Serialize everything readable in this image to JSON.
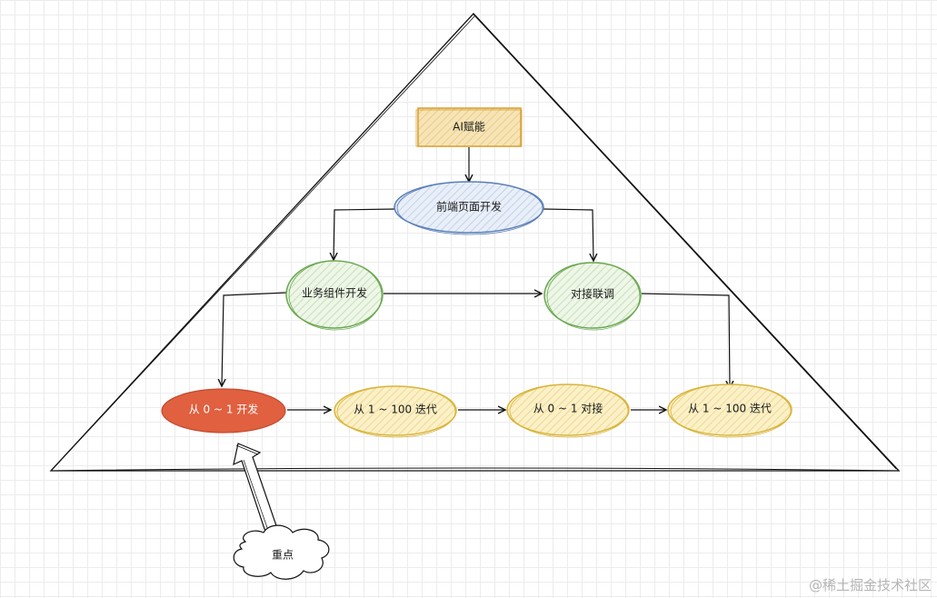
{
  "nodes": {
    "ai": {
      "label": "AI赋能",
      "border": "#d9a33a",
      "fill": "#f6e4b8"
    },
    "frontend": {
      "label": "前端页面开发",
      "border": "#5b7fb9",
      "fill": "#dfe8f5"
    },
    "component": {
      "label": "业务组件开发",
      "border": "#6aa84f",
      "fill": "#e3f0dc"
    },
    "integration": {
      "label": "对接联调",
      "border": "#6aa84f",
      "fill": "#e3f0dc"
    },
    "dev_0_1": {
      "label": "从 0 ~ 1 开发",
      "fill": "#e06040",
      "text_color": "#ffffff"
    },
    "iter_1_100_a": {
      "label": "从 1 ~ 100 迭代",
      "border": "#d9b43a",
      "fill": "#fbf0c8"
    },
    "connect_0_1": {
      "label": "从 0 ~ 1 对接",
      "border": "#d9b43a",
      "fill": "#fbf0c8"
    },
    "iter_1_100_b": {
      "label": "从 1 ~ 100 迭代",
      "border": "#d9b43a",
      "fill": "#fbf0c8"
    }
  },
  "callout": {
    "label": "重点"
  },
  "watermark": "@稀土掘金技术社区"
}
